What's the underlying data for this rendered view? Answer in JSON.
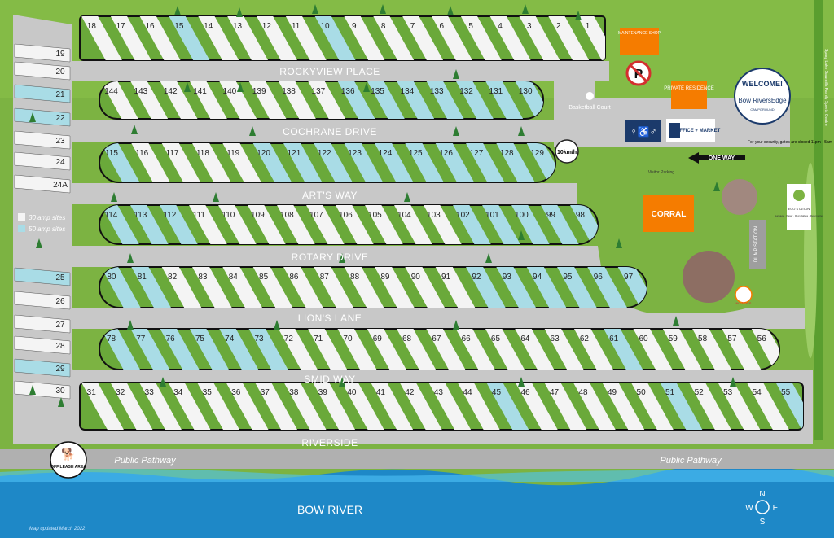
{
  "roads": {
    "rockyview": "ROCKYVIEW PLACE",
    "cochrane": "COCHRANE DRIVE",
    "arts": "ART'S WAY",
    "rotary": "ROTARY DRIVE",
    "lions": "LION'S LANE",
    "smid": "SMID WAY",
    "riverside": "RIVERSIDE"
  },
  "pathway_left": "Public Pathway",
  "pathway_right": "Public Pathway",
  "river": "BOW RIVER",
  "map_updated": "Map updated March 2022",
  "legend": {
    "amp30": "30 amp sites",
    "amp50": "50 amp sites"
  },
  "speed": "10km/h",
  "one_way": "ONE WAY",
  "corral": "CORRAL",
  "dump_station": "DUMP STATION",
  "visitor_parking": "Visitor Parking",
  "maintenance": "MAINTENANCE SHOP",
  "private_residence": "PRIVATE RESIDENCE",
  "basketball": "Basketball Court",
  "office": "OFFICE + MARKET",
  "security_note": "For your security, gates are closed 11pm - 5am",
  "sports_centre": "Spray Lake Sawmills Family Sports Centre",
  "welcome": "WELCOME!",
  "brand": "Bow RiversEdge",
  "brand_sub": "CAMPGROUND",
  "eco_station": "ECO STATION",
  "eco_items": "Garbage · Paper · Recyclables · Returnables",
  "off_leash": "OFF LEASH AREA",
  "no_dogs": "NO DOGS",
  "compass": {
    "n": "N",
    "s": "S",
    "e": "E",
    "w": "W"
  },
  "colors": {
    "grass": "#7cb342",
    "road": "#c8c8c8",
    "site30": "#f4f4f4",
    "site50": "#a9dce6",
    "river": "#1e88c7",
    "accent": "#f57c00",
    "navy": "#1b3a6b"
  },
  "rows": [
    {
      "id": "row-1-18",
      "sites": [
        "18",
        "17",
        "16",
        "15",
        "14",
        "13",
        "12",
        "11",
        "10",
        "9",
        "8",
        "7",
        "6",
        "5",
        "4",
        "3",
        "2",
        "1"
      ],
      "amp50": [
        "15",
        "10"
      ]
    },
    {
      "id": "row-144-130",
      "sites": [
        "144",
        "143",
        "142",
        "141",
        "140",
        "139",
        "138",
        "137",
        "136",
        "135",
        "134",
        "133",
        "132",
        "131",
        "130"
      ],
      "amp50": [
        "136",
        "135",
        "134",
        "133",
        "132",
        "131",
        "130"
      ]
    },
    {
      "id": "row-115-129",
      "sites": [
        "115",
        "116",
        "117",
        "118",
        "119",
        "120",
        "121",
        "122",
        "123",
        "124",
        "125",
        "126",
        "127",
        "128",
        "129"
      ],
      "amp50": [
        "115",
        "120",
        "121",
        "122",
        "123",
        "124",
        "125",
        "126",
        "127",
        "128",
        "129"
      ]
    },
    {
      "id": "row-114-98",
      "sites": [
        "114",
        "113",
        "112",
        "111",
        "110",
        "109",
        "108",
        "107",
        "106",
        "105",
        "104",
        "103",
        "102",
        "101",
        "100",
        "99",
        "98"
      ],
      "amp50": [
        "114",
        "113",
        "112",
        "102",
        "101",
        "100",
        "99",
        "98"
      ]
    },
    {
      "id": "row-80-97",
      "sites": [
        "80",
        "81",
        "82",
        "83",
        "84",
        "85",
        "86",
        "87",
        "88",
        "89",
        "90",
        "91",
        "92",
        "93",
        "94",
        "95",
        "96",
        "97"
      ],
      "amp50": [
        "80",
        "81",
        "92",
        "93",
        "94",
        "95",
        "96",
        "97"
      ]
    },
    {
      "id": "row-78-56",
      "sites": [
        "78",
        "77",
        "76",
        "75",
        "74",
        "73",
        "72",
        "71",
        "70",
        "69",
        "68",
        "67",
        "66",
        "65",
        "64",
        "63",
        "62",
        "61",
        "60",
        "59",
        "58",
        "57",
        "56"
      ],
      "amp50": [
        "78",
        "77",
        "76",
        "75",
        "74",
        "73",
        "61"
      ]
    },
    {
      "id": "row-31-55",
      "sites": [
        "31",
        "32",
        "33",
        "34",
        "35",
        "36",
        "37",
        "38",
        "39",
        "40",
        "41",
        "42",
        "43",
        "44",
        "45",
        "46",
        "47",
        "48",
        "49",
        "50",
        "51",
        "52",
        "53",
        "54",
        "55"
      ],
      "amp50": [
        "45",
        "51",
        "55"
      ]
    }
  ],
  "left_sites": [
    "19",
    "20",
    "21",
    "22",
    "23",
    "24",
    "24A",
    "25",
    "26",
    "27",
    "28",
    "29",
    "30"
  ],
  "left_amp50": [
    "21",
    "22",
    "25",
    "29"
  ]
}
